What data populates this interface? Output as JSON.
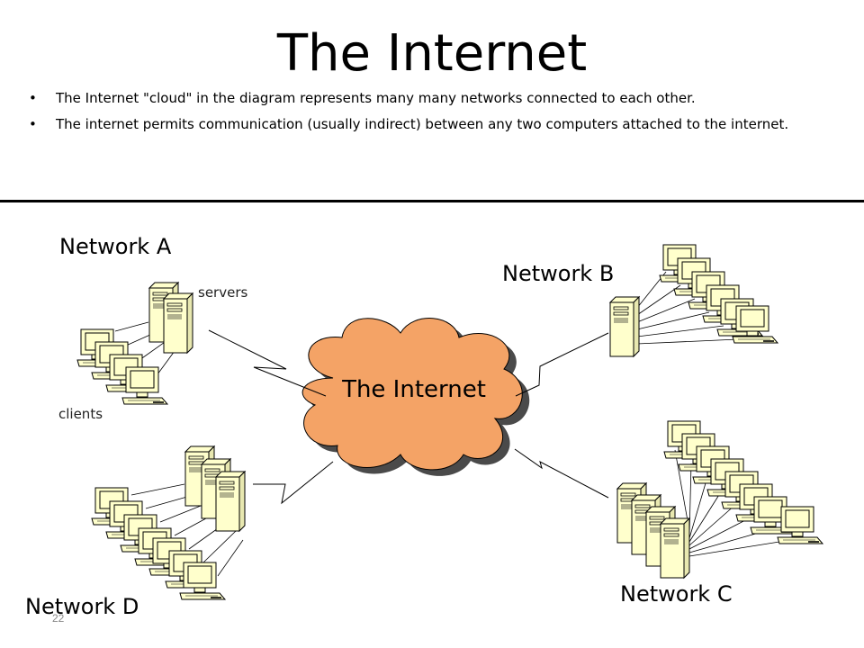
{
  "slide": {
    "title": "The Internet",
    "bullets": [
      "The Internet \"cloud\" in the diagram represents many many networks connected to each other.",
      "The internet permits communication (usually indirect) between any two computers attached to the internet."
    ],
    "page_number": "22"
  },
  "diagram": {
    "cloud_label": "The Internet",
    "networks": {
      "a": {
        "label": "Network A",
        "servers_label": "servers",
        "clients_label": "clients"
      },
      "b": {
        "label": "Network B"
      },
      "c": {
        "label": "Network C"
      },
      "d": {
        "label": "Network D"
      }
    },
    "colors": {
      "cloud_fill": "#f4a366",
      "cloud_shadow": "#4a4a4a",
      "device_fill": "#ffffcc",
      "outline": "#000000"
    },
    "icons": [
      "cloud-icon",
      "server-icon",
      "workstation-icon",
      "lightning-link-icon"
    ]
  }
}
